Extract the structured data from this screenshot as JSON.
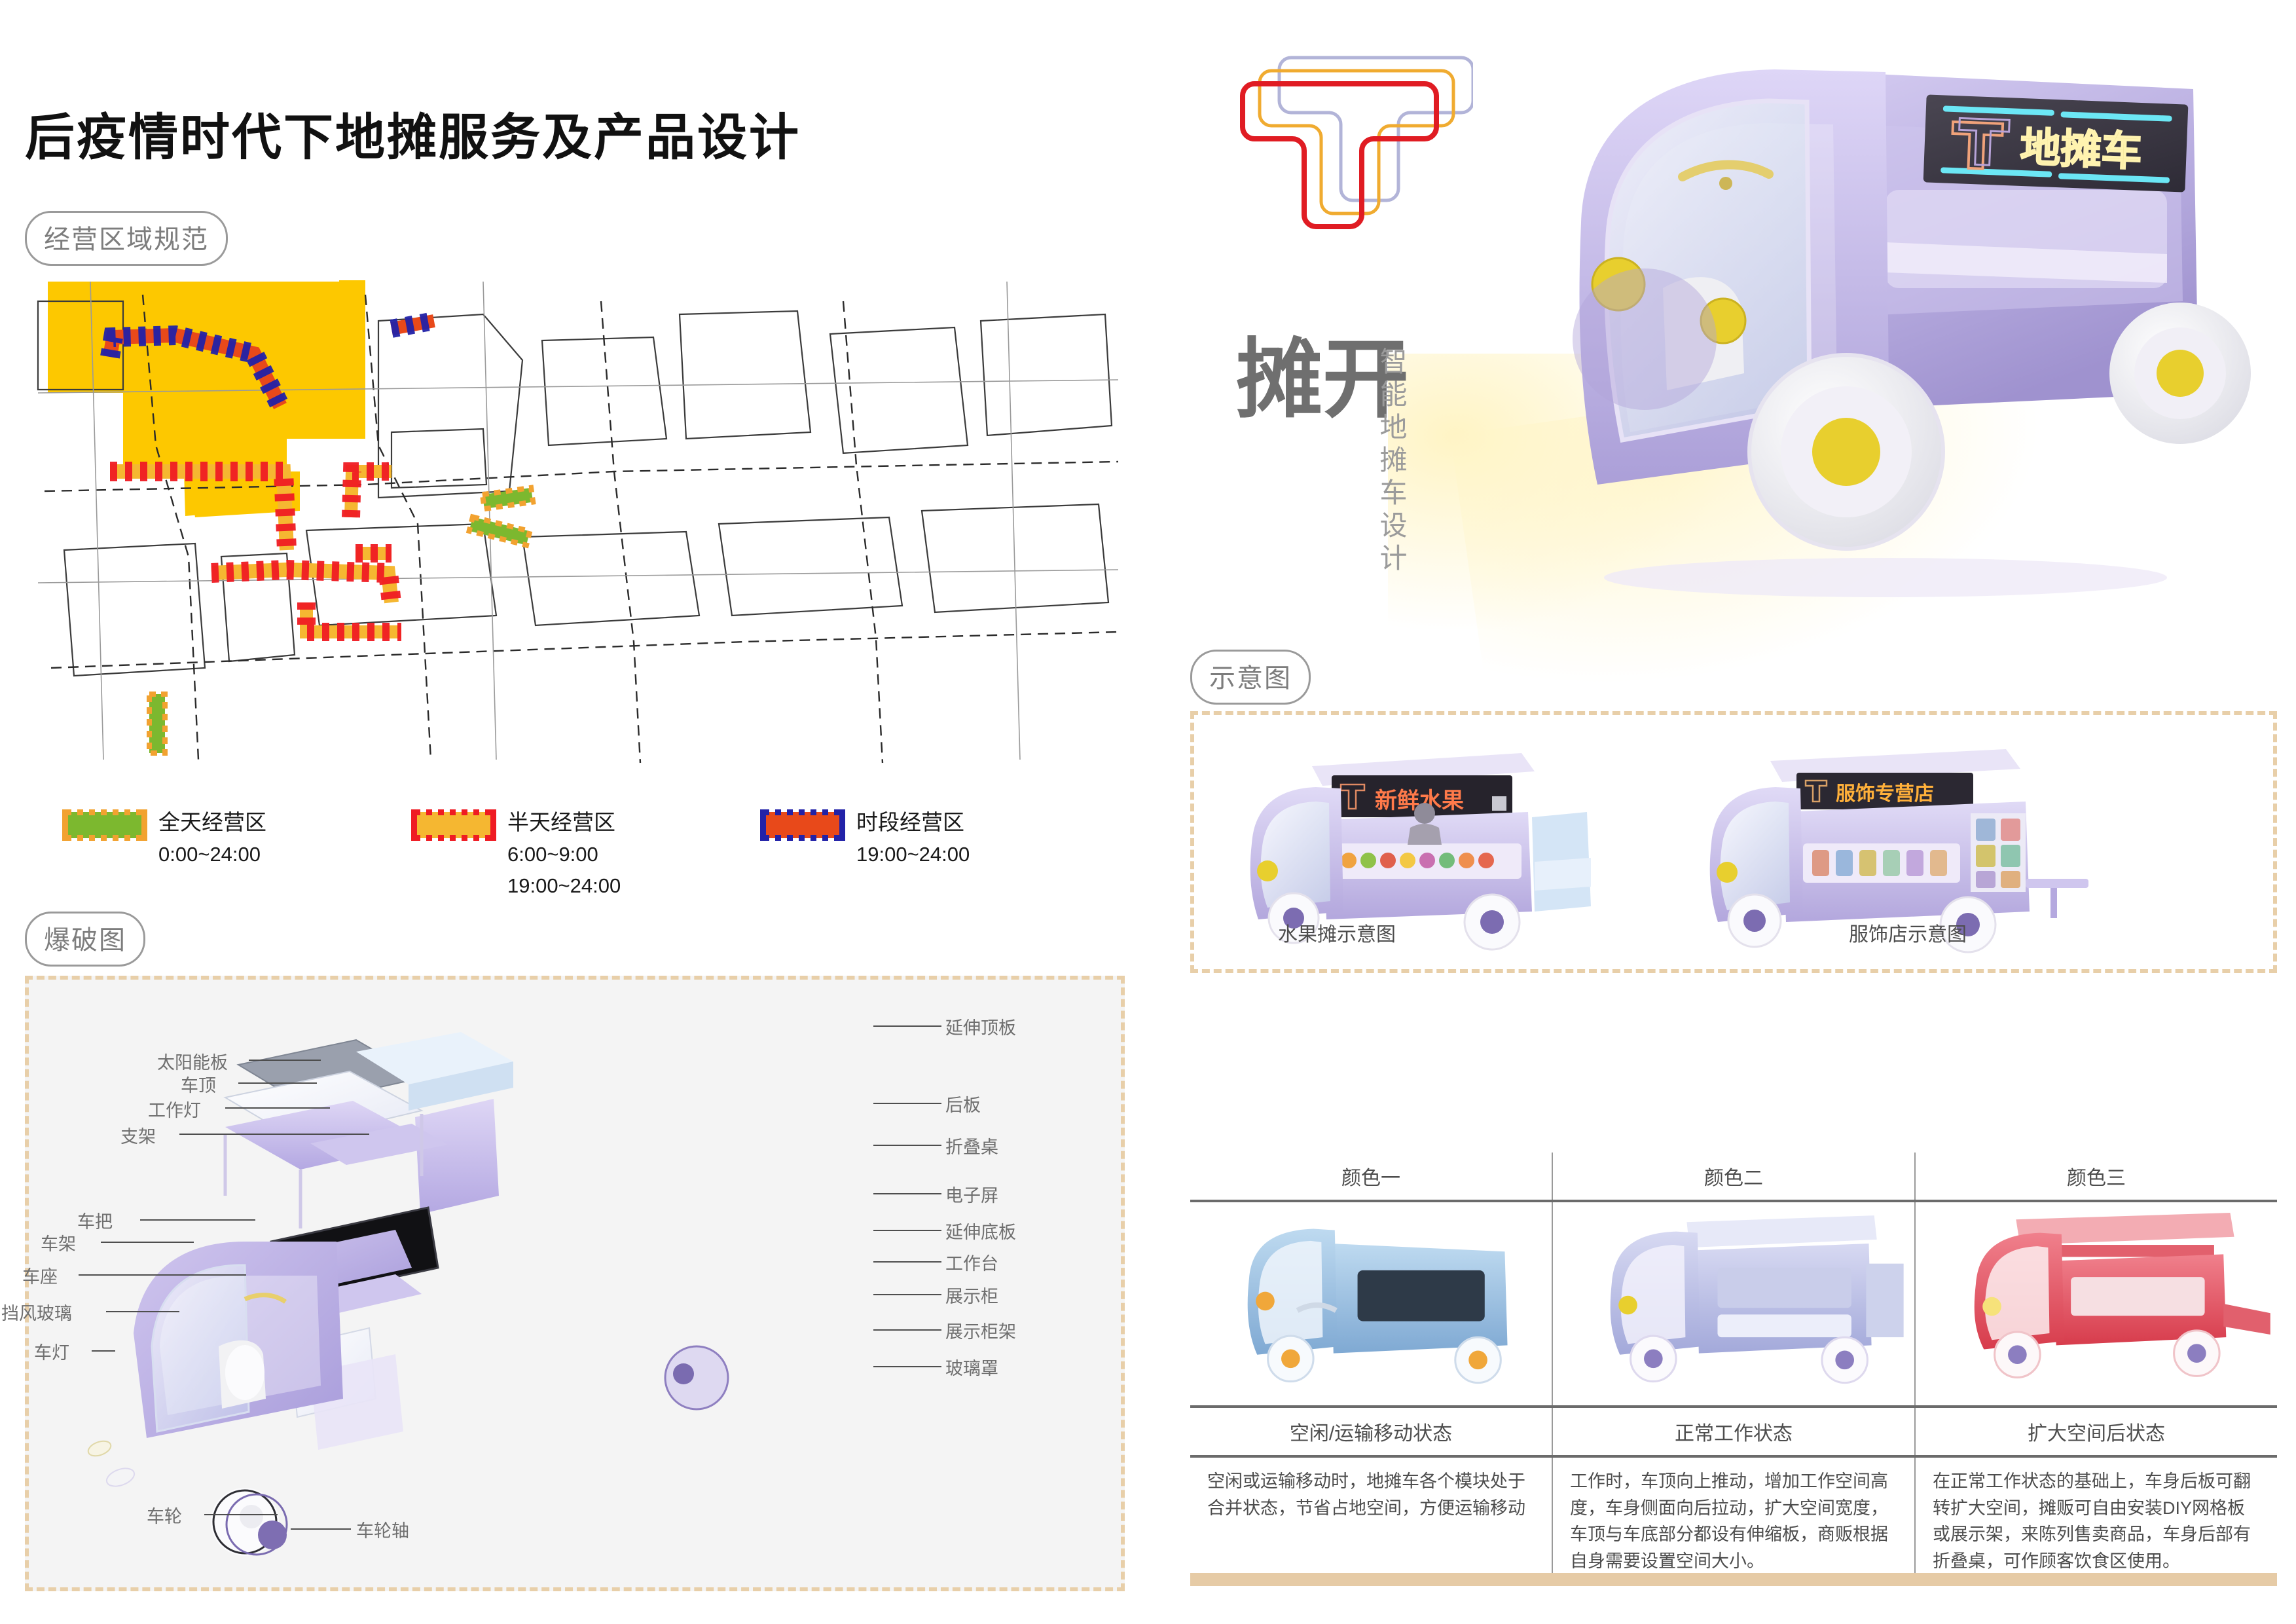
{
  "poster": {
    "title": "后疫情时代下地摊服务及产品设计"
  },
  "sections": {
    "business_area": "经营区域规范",
    "explode": "爆破图",
    "sketch": "示意图"
  },
  "map": {
    "legend": [
      {
        "name": "全天经营区",
        "hours": "0:00~24:00",
        "hours2": "",
        "fill": "#7cb82f",
        "dash": "#f2a230"
      },
      {
        "name": "半天经营区",
        "hours": "6:00~9:00",
        "hours2": "19:00~24:00",
        "fill": "#f5b731",
        "dash": "#ef1b23"
      },
      {
        "name": "时段经营区",
        "hours": "19:00~24:00",
        "hours2": "",
        "fill": "#e8491a",
        "dash": "#2222a8"
      }
    ],
    "zone_fill": "#fdc800",
    "road_stroke": "#3b3b3b"
  },
  "explode": {
    "labels_left": [
      "太阳能板",
      "车顶",
      "工作灯",
      "支架",
      "车把",
      "车架",
      "车座",
      "挡风玻璃",
      "车灯"
    ],
    "labels_right": [
      "延伸顶板",
      "后板",
      "折叠桌",
      "电子屏",
      "延伸底板",
      "工作台",
      "展示柜",
      "展示柜架",
      "玻璃罩"
    ],
    "labels_bottom": [
      "车轮",
      "车轮轴"
    ]
  },
  "logo": {
    "brand_name": "摊开",
    "brand_sub": "智能地摊车设计",
    "t_colors": [
      "#b2b4d8",
      "#f0ab30",
      "#e01c23"
    ]
  },
  "hero": {
    "sign_text": "地摊车",
    "sign_logo": "T",
    "body_color": "#b7abdf",
    "wheel_hub_color": "#e3c319"
  },
  "sketch": {
    "items": [
      {
        "caption": "水果摊示意图",
        "sign": "新鲜水果",
        "sign_color": "#ff6b3d"
      },
      {
        "caption": "服饰店示意图",
        "sign": "服饰专营店",
        "sign_color": "#ffb03a"
      }
    ]
  },
  "variants": {
    "headers": [
      "颜色一",
      "颜色二",
      "颜色三"
    ],
    "states": [
      "空闲/运输移动状态",
      "正常工作状态",
      "扩大空间后状态"
    ],
    "descriptions": [
      "空闲或运输移动时，地摊车各个模块处于合并状态，节省占地空间，方便运输移动",
      "工作时，车顶向上推动，增加工作空间高度，车身侧面向后拉动，扩大空间宽度，车顶与车底部分都设有伸缩板，商贩根据自身需要设置空间大小。",
      "在正常工作状态的基础上，车身后板可翻转扩大空间，摊贩可自由安装DIY网格板或展示架，来陈列售卖商品，车身后部有折叠桌，可作顾客饮食区使用。"
    ],
    "colors": [
      "#8fb8dd",
      "#b0b9e4",
      "#e0535f"
    ]
  }
}
